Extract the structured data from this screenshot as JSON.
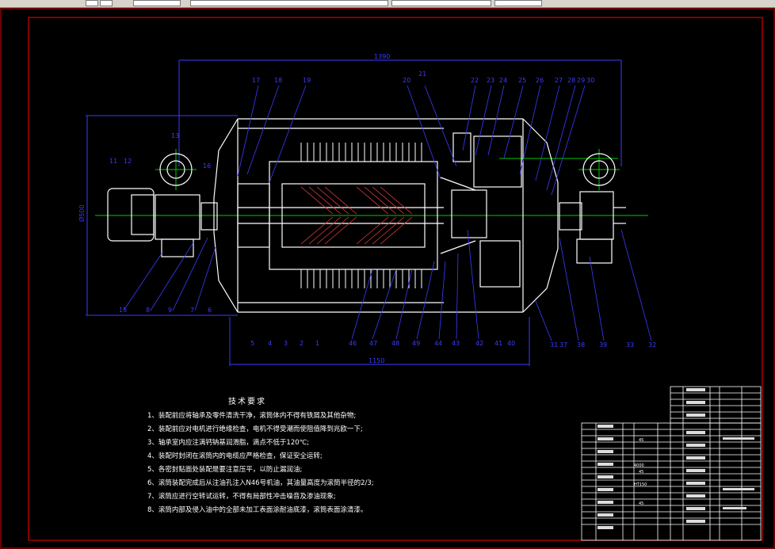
{
  "drawing": {
    "dimensions": {
      "overall_length": "1390",
      "shell_length": "1150",
      "diameter": "Ø500"
    },
    "callouts_top": [
      "17",
      "18",
      "19",
      "20",
      "21",
      "22",
      "23",
      "24",
      "25",
      "26",
      "27",
      "28",
      "29",
      "30"
    ],
    "callouts_left": [
      "13",
      "11",
      "12",
      "16"
    ],
    "callouts_bottom": [
      "15",
      "8",
      "9",
      "7",
      "6",
      "5",
      "4",
      "3",
      "2",
      "1",
      "46",
      "47",
      "48",
      "49",
      "44",
      "43",
      "42",
      "41",
      "40",
      "31",
      "37",
      "38",
      "39",
      "33",
      "32"
    ],
    "technical_requirements": {
      "title": "技术要求",
      "items": [
        "1、装配前应将轴承及零件清洗干净，滚筒体内不得有铁屑及其他杂物;",
        "2、装配前应对电机进行绝缘检查，电机不得受潮而使阻值降到兆欧一下;",
        "3、轴承室内应注满钙钠基润滑脂，滴点不低于120℃;",
        "4、装配时封闭在滚筒内的电缆应严格检查，保证安全运转;",
        "5、各密封贴面处装配是要注意压平，以防止漏润油;",
        "6、滚筒装配完成后从注油孔注入N46号机油，其油量高度为滚筒半径的2/3;",
        "7、滚筒应进行空转试运转，不得有局部性冲击噪音及渗油现象;",
        "8、滚筒内部及侵入油中的全部未加工表面涂耐油底漆，滚筒表面涂清漆。"
      ]
    },
    "parts_table_values": [
      "45",
      "4000",
      "45",
      "HT150",
      "45"
    ]
  },
  "colors": {
    "background": "#000000",
    "frame": "#d40000",
    "outline": "#ffffff",
    "dimension": "#3b3bff",
    "centerline": "#00c800"
  }
}
